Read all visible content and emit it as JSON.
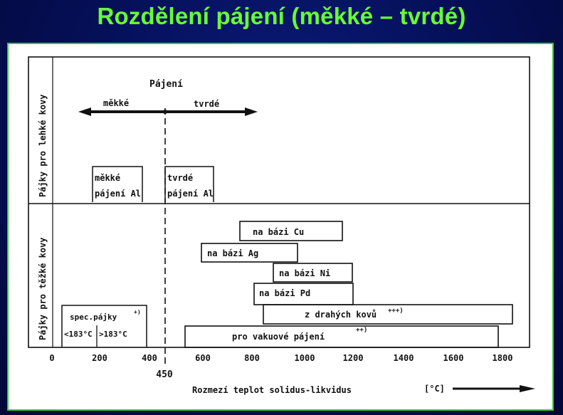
{
  "title": "Rozdělení pájení  (měkké – tvrdé)",
  "diagram": {
    "top_section_label": "Pájky pro lehké kovy",
    "bottom_section_label": "Pájky pro těžké kovy",
    "header_label": "Pájení",
    "soft_arrow_label": "měkké",
    "hard_arrow_label": "tvrdé",
    "soft_box": {
      "line1": "měkké",
      "line2": "pájení  Al"
    },
    "hard_box": {
      "line1": "tvrdé",
      "line2": "pájení  Al"
    },
    "bars": [
      {
        "label": "na bázi Cu"
      },
      {
        "label": "na bázi Ag"
      },
      {
        "label": "na bázi Ni"
      },
      {
        "label": "na bázi Pd"
      },
      {
        "label": "z drahých kovů",
        "sup": "+++)"
      },
      {
        "label": "pro vakuové pájení",
        "sup": "++)"
      }
    ],
    "spec_box": {
      "line1": "spec.pájky",
      "sup": "+)",
      "left": "<183°C",
      "right": ">183°C"
    },
    "ticks": [
      "0",
      "200",
      "400",
      "600",
      "800",
      "1000",
      "1200",
      "1400",
      "1600",
      "1800"
    ],
    "divider_value": "450",
    "axis_caption": "Rozmezí teplot solidus-likvidus",
    "unit": "[°C]"
  }
}
